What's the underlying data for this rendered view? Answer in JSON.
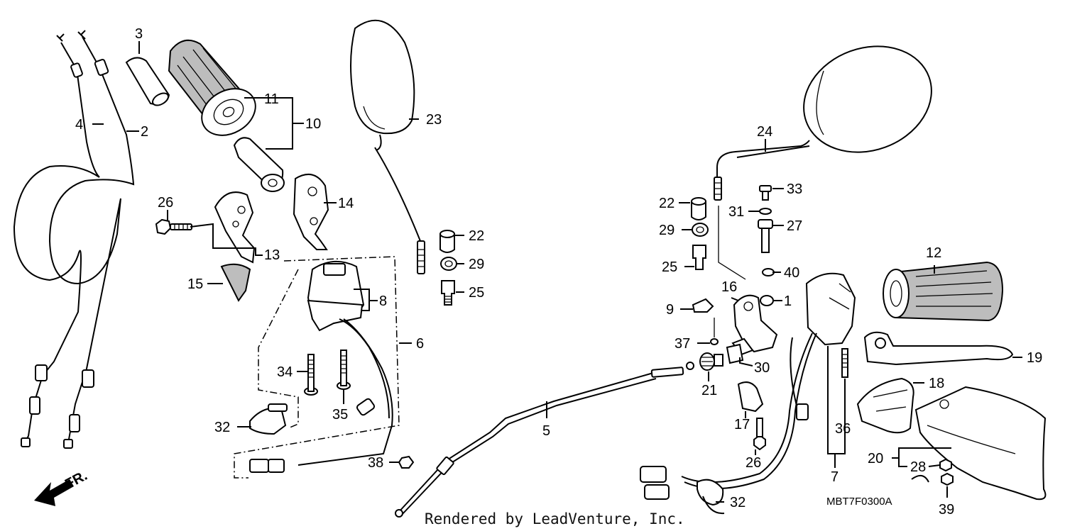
{
  "diagram": {
    "callouts": [
      {
        "id": "c3",
        "text": "3"
      },
      {
        "id": "c4",
        "text": "4"
      },
      {
        "id": "c2",
        "text": "2"
      },
      {
        "id": "c11",
        "text": "11"
      },
      {
        "id": "c10",
        "text": "10"
      },
      {
        "id": "c23",
        "text": "23"
      },
      {
        "id": "c26a",
        "text": "26"
      },
      {
        "id": "c14",
        "text": "14"
      },
      {
        "id": "c13",
        "text": "13"
      },
      {
        "id": "c15",
        "text": "15"
      },
      {
        "id": "c22a",
        "text": "22"
      },
      {
        "id": "c29a",
        "text": "29"
      },
      {
        "id": "c25a",
        "text": "25"
      },
      {
        "id": "c8",
        "text": "8"
      },
      {
        "id": "c6",
        "text": "6"
      },
      {
        "id": "c34",
        "text": "34"
      },
      {
        "id": "c35",
        "text": "35"
      },
      {
        "id": "c32a",
        "text": "32"
      },
      {
        "id": "c38",
        "text": "38"
      },
      {
        "id": "c5",
        "text": "5"
      },
      {
        "id": "c24",
        "text": "24"
      },
      {
        "id": "c33",
        "text": "33"
      },
      {
        "id": "c22b",
        "text": "22"
      },
      {
        "id": "c31",
        "text": "31"
      },
      {
        "id": "c29b",
        "text": "29"
      },
      {
        "id": "c27",
        "text": "27"
      },
      {
        "id": "c25b",
        "text": "25"
      },
      {
        "id": "c40",
        "text": "40"
      },
      {
        "id": "c16",
        "text": "16"
      },
      {
        "id": "c1",
        "text": "1"
      },
      {
        "id": "c9",
        "text": "9"
      },
      {
        "id": "c37",
        "text": "37"
      },
      {
        "id": "c30",
        "text": "30"
      },
      {
        "id": "c21",
        "text": "21"
      },
      {
        "id": "c17",
        "text": "17"
      },
      {
        "id": "c26b",
        "text": "26"
      },
      {
        "id": "c12",
        "text": "12"
      },
      {
        "id": "c19",
        "text": "19"
      },
      {
        "id": "c18",
        "text": "18"
      },
      {
        "id": "c36",
        "text": "36"
      },
      {
        "id": "c7",
        "text": "7"
      },
      {
        "id": "c20",
        "text": "20"
      },
      {
        "id": "c28",
        "text": "28"
      },
      {
        "id": "c39",
        "text": "39"
      },
      {
        "id": "c32b",
        "text": "32"
      }
    ],
    "direction_label": "FR.",
    "diagram_code": "MBT7F0300A",
    "credit": "Rendered by LeadVenture, Inc."
  }
}
